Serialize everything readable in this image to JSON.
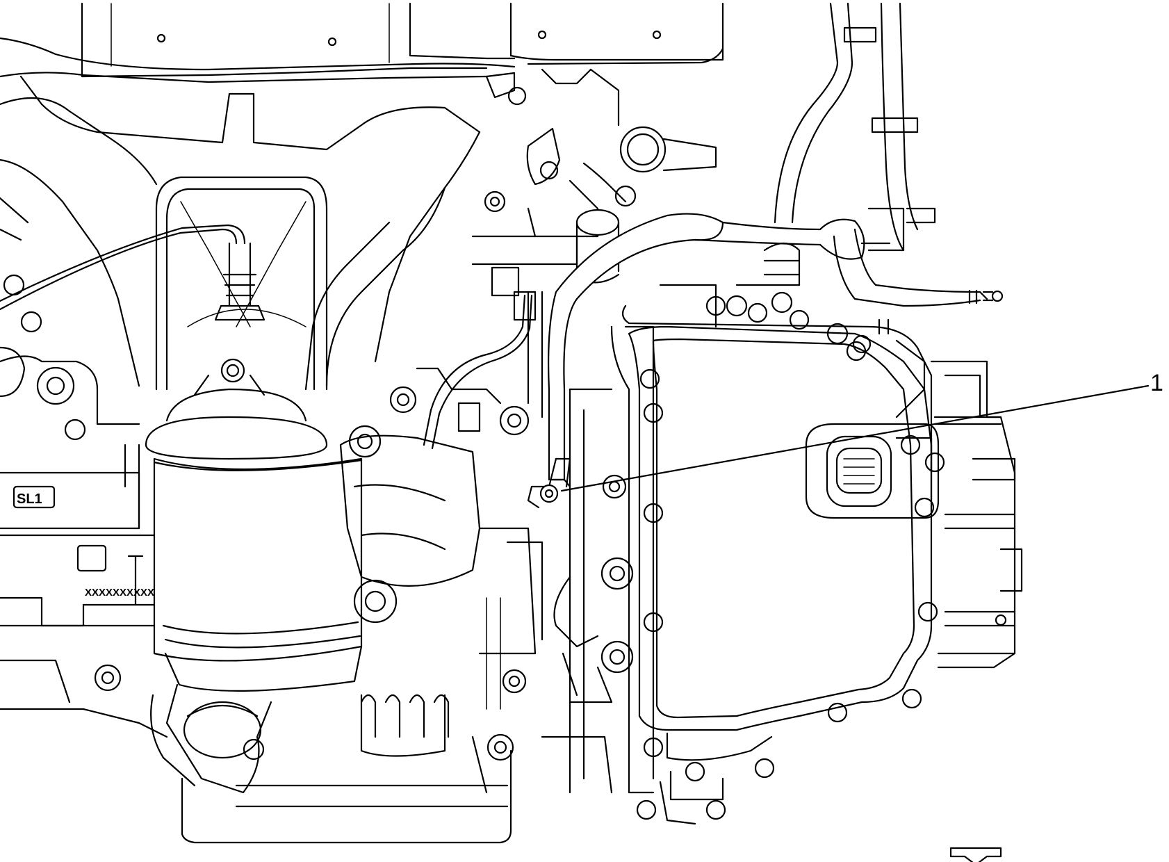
{
  "diagram": {
    "subject": "engine",
    "callouts": [
      {
        "label": "1"
      }
    ],
    "casting_marks": {
      "sl1": "SL1",
      "serial": "XXXXXXXXXX"
    },
    "view_arrow_icon": "view-direction-arrow-icon",
    "colors": {
      "line": "#000000",
      "background": "#ffffff"
    }
  }
}
